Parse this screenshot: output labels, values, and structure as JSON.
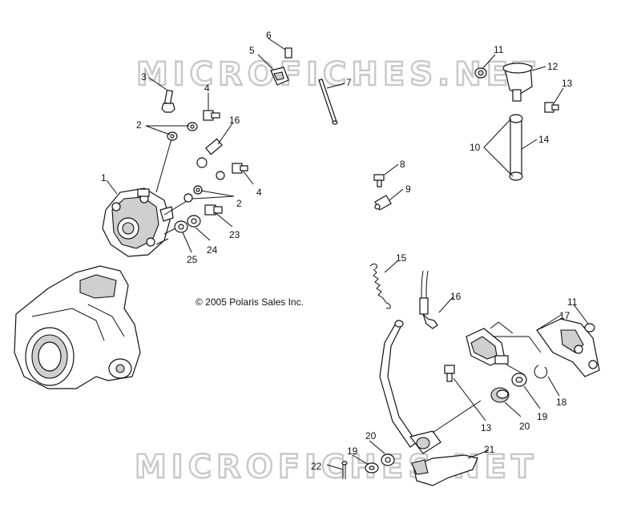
{
  "copyright": "© 2005 Polaris Sales Inc.",
  "watermarks": [
    "MICROFICHES.NET",
    "MICROFICHES.NET"
  ],
  "callouts": [
    "1",
    "2",
    "2",
    "3",
    "4",
    "4",
    "5",
    "6",
    "7",
    "8",
    "9",
    "10",
    "11",
    "11",
    "12",
    "13",
    "13",
    "14",
    "15",
    "16",
    "16",
    "17",
    "18",
    "19",
    "19",
    "20",
    "20",
    "21",
    "22",
    "23",
    "24",
    "25"
  ]
}
